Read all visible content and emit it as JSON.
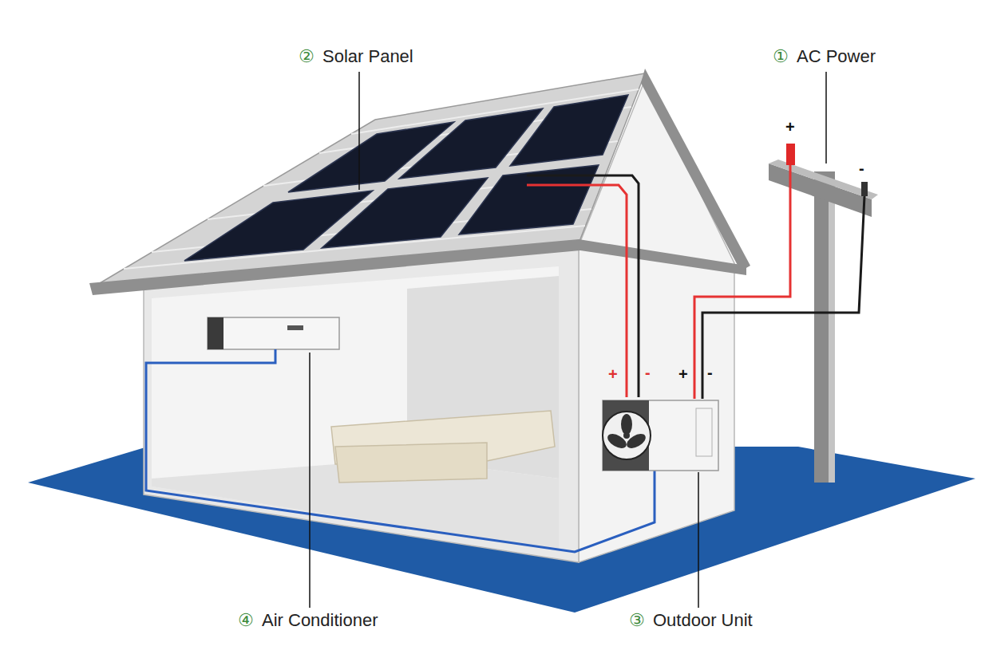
{
  "diagram": {
    "labels": [
      "②",
      "Solar Panel",
      "①",
      "AC Power",
      "+",
      "-",
      "+",
      "-",
      "+",
      "-",
      "④",
      "Air Conditioner",
      "③",
      "Outdoor Unit"
    ]
  }
}
